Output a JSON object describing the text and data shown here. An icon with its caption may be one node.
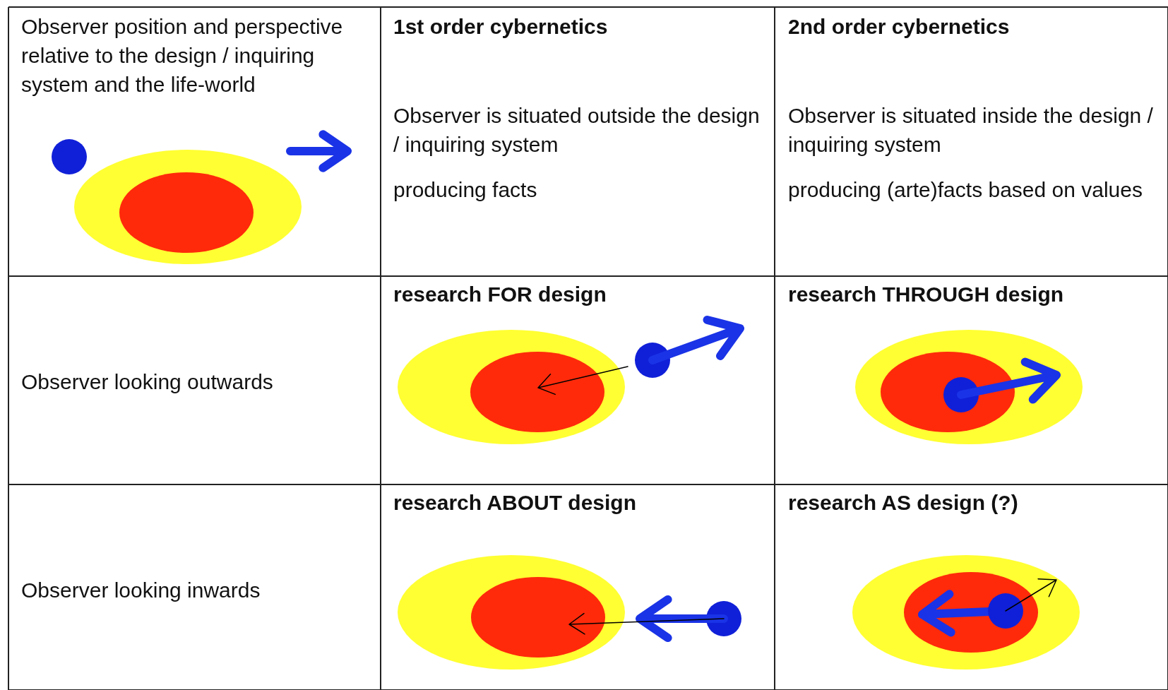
{
  "diagram": {
    "labels": [
      "Observer position and perspective relative to the design / inquiring system and the life-world",
      "1st order cybernetics",
      "Observer is situated outside the design / inquiring system",
      "producing facts",
      "2nd order cybernetics",
      "Observer is situated inside the design / inquiring system",
      "producing (arte)facts based on values",
      "Observer looking outwards",
      "research FOR design",
      "research THROUGH design",
      "Observer looking inwards",
      "research ABOUT design",
      "research AS design (?)"
    ]
  }
}
